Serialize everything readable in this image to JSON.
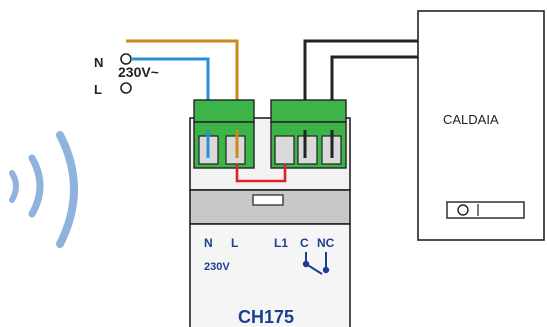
{
  "supply": {
    "n_label": "N",
    "l_label": "L",
    "voltage": "230V~"
  },
  "boiler": {
    "label": "CALDAIA"
  },
  "device": {
    "model": "CH175",
    "term_n": "N",
    "term_l": "L",
    "voltage": "230V",
    "term_l1": "L1",
    "term_c": "C",
    "term_nc": "NC"
  },
  "colors": {
    "wire_live": "#c98a1a",
    "wire_neutral": "#2b8fd6",
    "wire_black": "#222222",
    "jumper": "#e0202a",
    "terminal": "#3cb449",
    "device_label": "#1c3f8f",
    "wireless": "#8fb3dc"
  },
  "icons": {
    "wireless": "wireless-signal-icon",
    "relay": "relay-contact-icon"
  }
}
